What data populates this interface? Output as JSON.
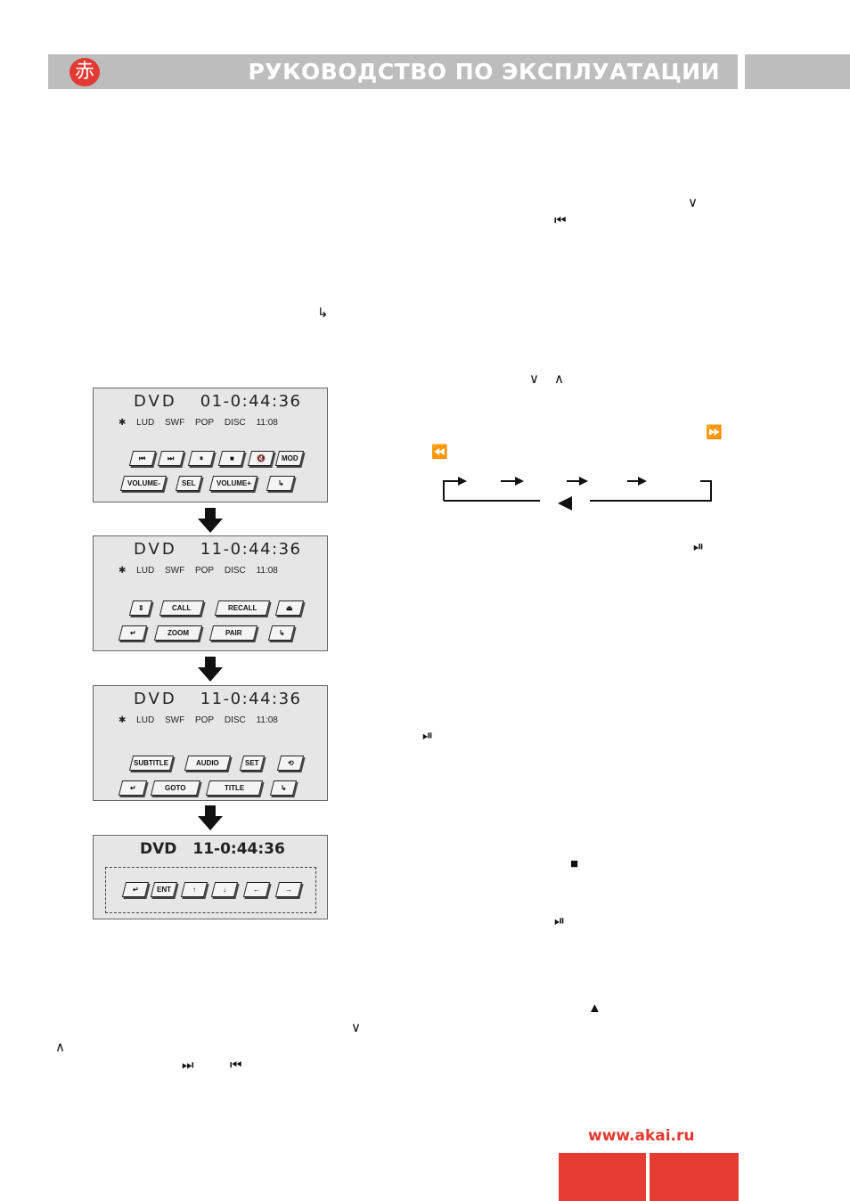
{
  "header": {
    "logo_glyph": "赤",
    "title": "РУКОВОДСТВО ПО ЭКСПЛУАТАЦИИ",
    "accent_color": "#e23a32",
    "bar_color": "#bdbdbd"
  },
  "symbols": {
    "chevron_down": "∨",
    "chevron_up": "∧",
    "prev": "⏮",
    "next": "⏭",
    "enter": "↳",
    "ff": "⏩",
    "rew": "⏪",
    "play_pause": "⏯",
    "stop": "■",
    "eject": "▲"
  },
  "screens": [
    {
      "source": "DVD",
      "time": "01-0:44:36",
      "status": [
        "LUD",
        "SWF",
        "POP",
        "DISC",
        "11:08"
      ],
      "row1": [
        "⏮",
        "⏭",
        "⏸",
        "■",
        "🔇",
        "MOD"
      ],
      "row2": [
        "VOLUME-",
        "SEL",
        "VOLUME+",
        "↳"
      ]
    },
    {
      "source": "DVD",
      "time": "11-0:44:36",
      "status": [
        "LUD",
        "SWF",
        "POP",
        "DISC",
        "11:08"
      ],
      "row1": [
        "⇕",
        "CALL",
        "RECALL",
        "⏏"
      ],
      "row2": [
        "↵",
        "ZOOM",
        "PAIR",
        "↳"
      ]
    },
    {
      "source": "DVD",
      "time": "11-0:44:36",
      "status": [
        "LUD",
        "SWF",
        "POP",
        "DISC",
        "11:08"
      ],
      "row1": [
        "SUBTITLE",
        "AUDIO",
        "SET",
        "⟲"
      ],
      "row2": [
        "↵",
        "GOTO",
        "TITLE",
        "↳"
      ]
    }
  ],
  "final_screen": {
    "source": "DVD",
    "time": "11-0:44:36",
    "buttons": [
      "↵",
      "ENT",
      "↑",
      "↓",
      "←",
      "→"
    ]
  },
  "footer": {
    "url": "www.akai.ru"
  }
}
